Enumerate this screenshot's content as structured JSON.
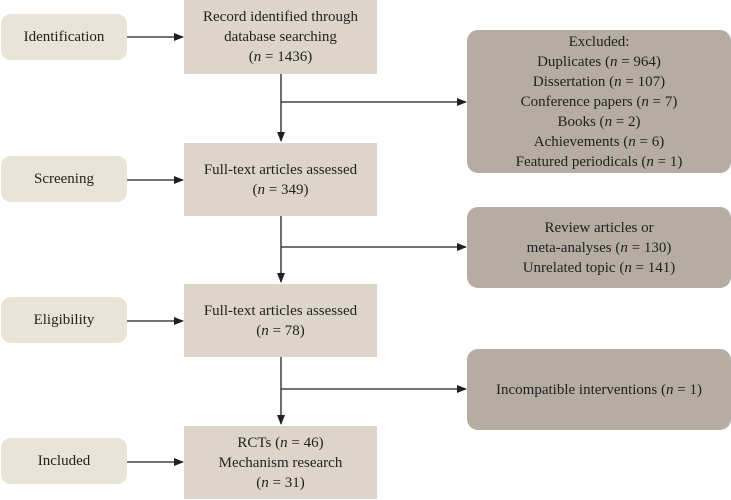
{
  "stages": {
    "identification": "Identification",
    "screening": "Screening",
    "eligibility": "Eligibility",
    "included": "Included"
  },
  "boxes": {
    "identified": {
      "line1": "Record identified through",
      "line2": "database searching",
      "line3": "(n = 1436)"
    },
    "screened": {
      "line1": "Full-text articles assessed",
      "line2": "(n = 349)"
    },
    "eligible": {
      "line1": "Full-text articles assessed",
      "line2": "(n = 78)"
    },
    "included": {
      "line1": "RCTs (n = 46)",
      "line2": "Mechanism research",
      "line3": "(n = 31)"
    }
  },
  "exclusions": {
    "first": {
      "title": "Excluded:",
      "items": [
        "Duplicates (n = 964)",
        "Dissertation (n = 107)",
        "Conference papers (n = 7)",
        "Books (n = 2)",
        "Achievements (n = 6)",
        "Featured periodicals (n = 1)"
      ]
    },
    "second": {
      "line1": "Review articles or",
      "line2": "meta-analyses (n = 130)",
      "line3": "Unrelated topic (n = 141)"
    },
    "third": {
      "line1": "Incompatible interventions (n = 1)"
    }
  },
  "colors": {
    "stage_fill": "#e9e4d6",
    "main_fill": "#ddd5c9",
    "exclusion_fill": "#b5ada2",
    "stroke": "#231f20"
  }
}
